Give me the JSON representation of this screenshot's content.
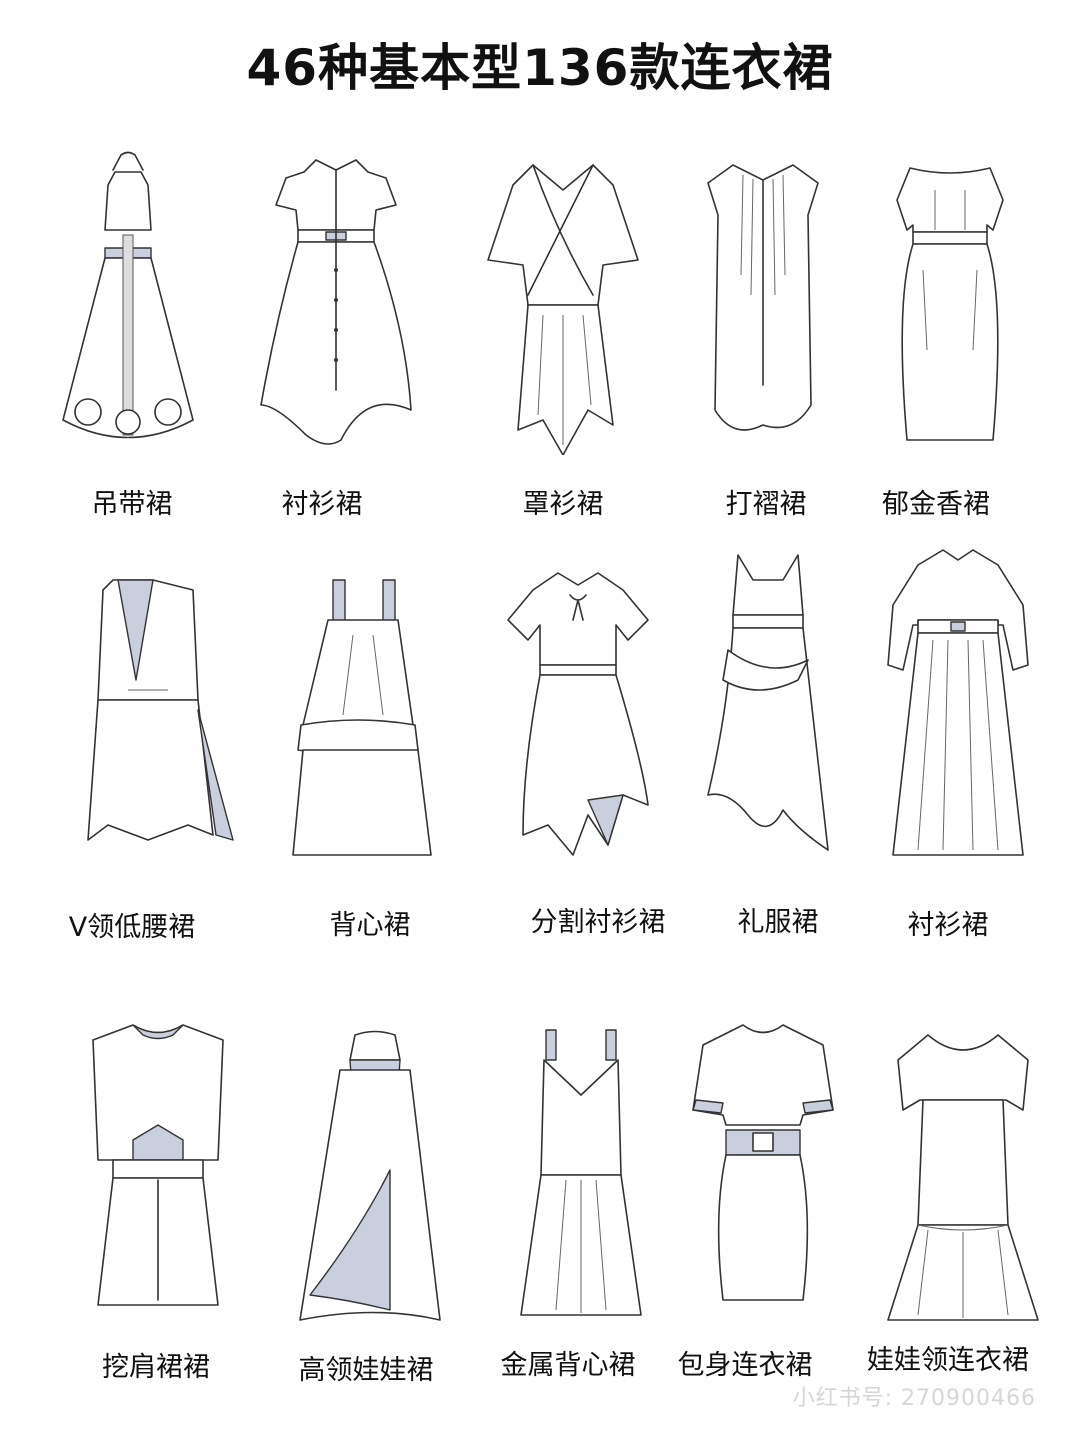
{
  "title": "46种基本型136款连衣裙",
  "accent_fill": "#c9cfdd",
  "rows": [
    {
      "items": [
        {
          "label": "吊带裙"
        },
        {
          "label": "衬衫裙"
        },
        {
          "label": "罩衫裙"
        },
        {
          "label": "打褶裙"
        },
        {
          "label": "郁金香裙"
        }
      ]
    },
    {
      "items": [
        {
          "label": "V领低腰裙"
        },
        {
          "label": "背心裙"
        },
        {
          "label": "分割衬衫裙"
        },
        {
          "label": "礼服裙"
        },
        {
          "label": "衬衫裙"
        }
      ]
    },
    {
      "items": [
        {
          "label": "挖肩裙裙"
        },
        {
          "label": "高领娃娃裙"
        },
        {
          "label": "金属背心裙"
        },
        {
          "label": "包身连衣裙"
        },
        {
          "label": "娃娃领连衣裙"
        }
      ]
    }
  ],
  "watermark": "小红书号: 270900466"
}
